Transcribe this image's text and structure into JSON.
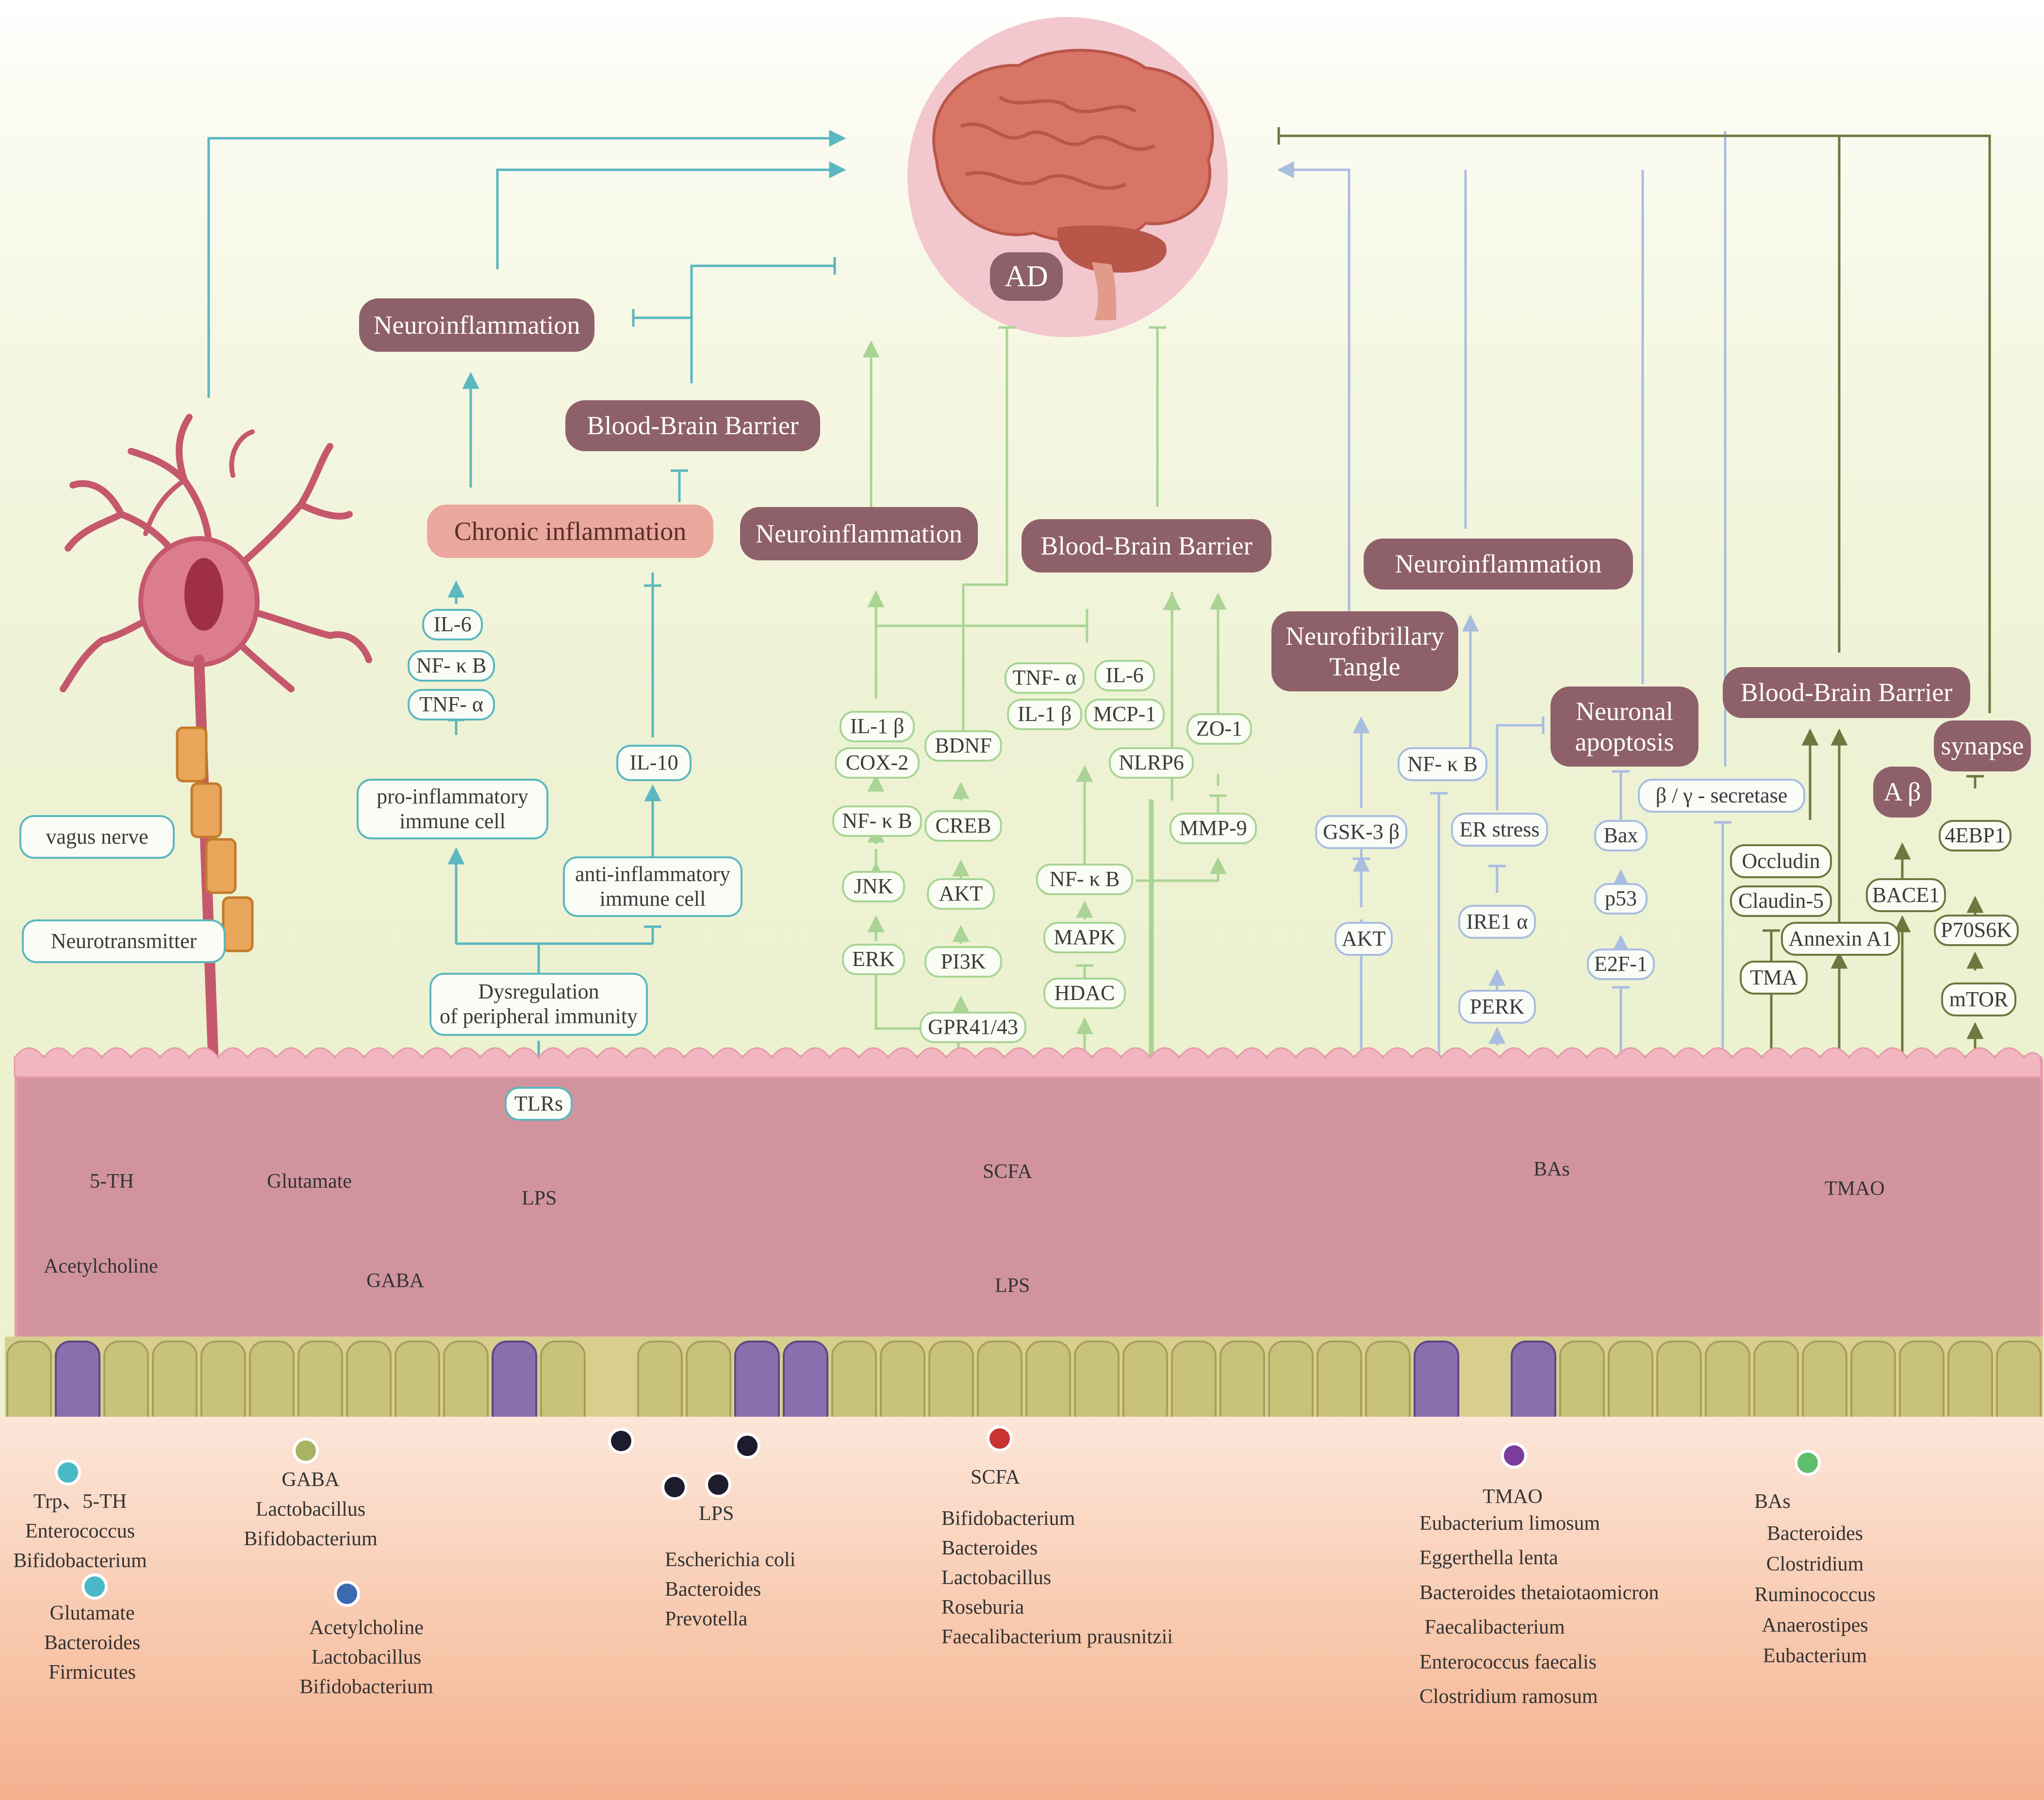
{
  "top": {
    "ad": "AD"
  },
  "left_pathway": {
    "vagus_nerve": "vagus nerve",
    "neurotransmitter": "Neurotransmitter",
    "neuroinflammation": "Neuroinflammation",
    "bbb": "Blood-Brain Barrier",
    "chronic_inflammation": "Chronic inflammation",
    "il6": "IL-6",
    "nfkb": "NF- κ B",
    "tnfa": "TNF- α",
    "pro_inflammatory": "pro-inflammatory\nimmune cell",
    "il10": "IL-10",
    "anti_inflammatory": "anti-inflammatory\nimmune cell",
    "dysregulation": "Dysregulation\nof peripheral immunity",
    "tlrs": "TLRs"
  },
  "scfa_pathway": {
    "neuroinflammation": "Neuroinflammation",
    "bbb": "Blood-Brain Barrier",
    "il1b": "IL-1 β",
    "cox2": "COX-2",
    "nfkb": "NF- κ B",
    "jnk": "JNK",
    "erk": "ERK",
    "bdnf": "BDNF",
    "creb": "CREB",
    "akt": "AKT",
    "pi3k": "PI3K",
    "gpr": "GPR41/43",
    "tnfa": "TNF- α",
    "il1b_2": "IL-1 β",
    "il6": "IL-6",
    "mcp1": "MCP-1",
    "nlrp6": "NLRP6",
    "zo1": "ZO-1",
    "mmp9": "MMP-9",
    "nfkb_2": "NF- κ B",
    "mapk": "MAPK",
    "hdac": "HDAC"
  },
  "bas_pathway": {
    "tangle": "Neurofibrillary\nTangle",
    "neuroinflammation": "Neuroinflammation",
    "apoptosis": "Neuronal\napoptosis",
    "gsk3b": "GSK-3 β",
    "akt": "AKT",
    "nfkb": "NF- κ B",
    "er_stress": "ER stress",
    "ire1a": "IRE1 α",
    "perk": "PERK",
    "bax": "Bax",
    "p53": "p53",
    "e2f1": "E2F-1",
    "secretase": "β / γ  - secretase"
  },
  "tmao_pathway": {
    "bbb": "Blood-Brain Barrier",
    "synapse": "synapse",
    "abeta": "A β",
    "bace1": "BACE1",
    "occludin": "Occludin",
    "claudin5": "Claudin-5",
    "tma": "TMA",
    "annexin": "Annexin A1",
    "ebp1": "4EBP1",
    "p70": "P70S6K",
    "mtor": "mTOR"
  },
  "gut_layer": {
    "five_th": "5-TH",
    "glutamate": "Glutamate",
    "acetylcholine": "Acetylcholine",
    "gaba": "GABA",
    "lps_1": "LPS",
    "scfa": "SCFA",
    "lps_2": "LPS",
    "bas": "BAs",
    "tmao": "TMAO"
  },
  "lumen": {
    "trp_group": "Trp、5-TH\nEnterococcus\nBifidobacterium",
    "glutamate_group": "Glutamate\nBacteroides\nFirmicutes",
    "gaba_group": "GABA\nLactobacillus\nBifidobacterium",
    "ach_group": "Acetylcholine\nLactobacillus\nBifidobacterium",
    "lps_title": "LPS",
    "lps_group": "Escherichia coli\nBacteroides\nPrevotella",
    "scfa_title": "SCFA",
    "scfa_group": "Bifidobacterium\nBacteroides\nLactobacillus\nRoseburia\nFaecalibacterium prausnitzii",
    "tmao_title": "TMAO",
    "tmao_group": "Eubacterium limosum\nEggerthella lenta\nBacteroides thetaiotaomicron\n Faecalibacterium\nEnterococcus faecalis\nClostridium ramosum",
    "bas_title": "BAs",
    "bas_group": "Bacteroides\nClostridium\nRuminococcus\nAnaerostipes\nEubacterium"
  },
  "colors": {
    "teal": "#5bb7c0",
    "green": "#a9d494",
    "lavender": "#a9bde0",
    "olive": "#6d7841",
    "dark_pill": "#8e606a",
    "salmon_pill": "#eaa79d"
  }
}
